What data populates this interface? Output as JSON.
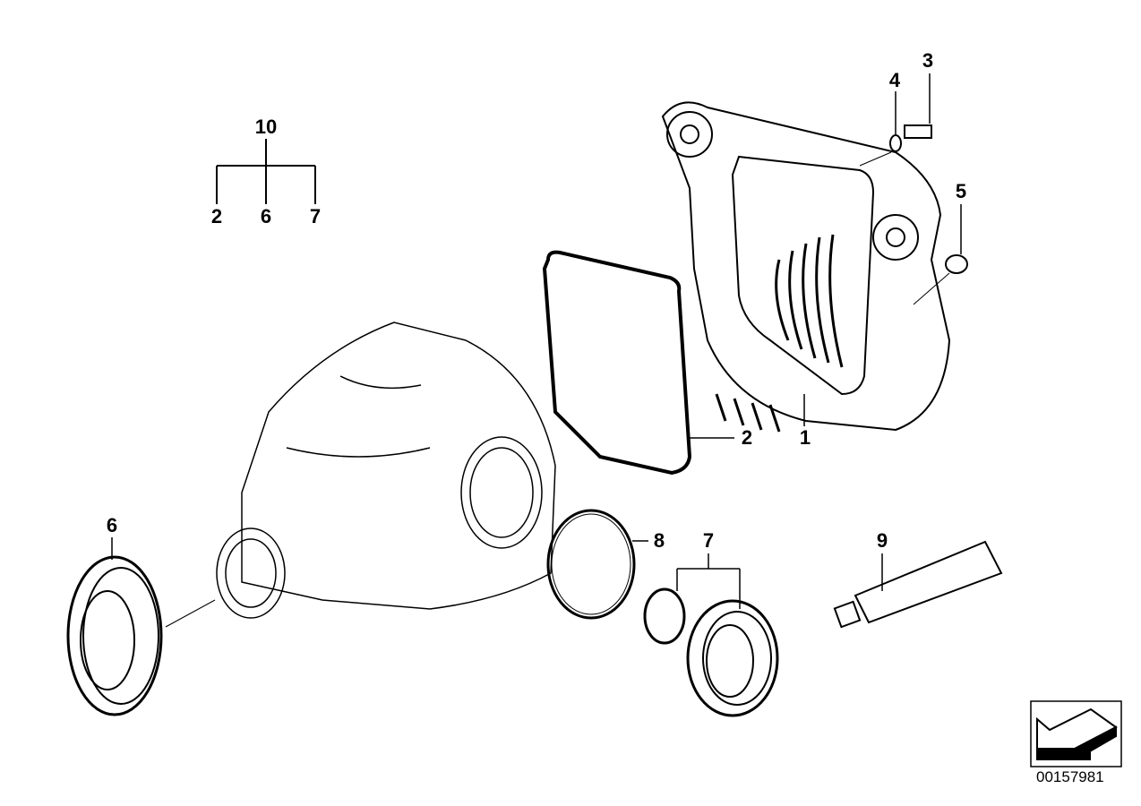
{
  "diagram": {
    "labels": {
      "set10": "10",
      "set10_2": "2",
      "set10_6": "6",
      "set10_7": "7",
      "bolt": "3",
      "washer": "4",
      "plug": "5",
      "gasket": "2",
      "cover": "1",
      "seal_left": "6",
      "oring": "8",
      "seal_right": "7",
      "sealant": "9"
    },
    "document_number": "00157981",
    "navigation_icon": "arrow-icon"
  }
}
